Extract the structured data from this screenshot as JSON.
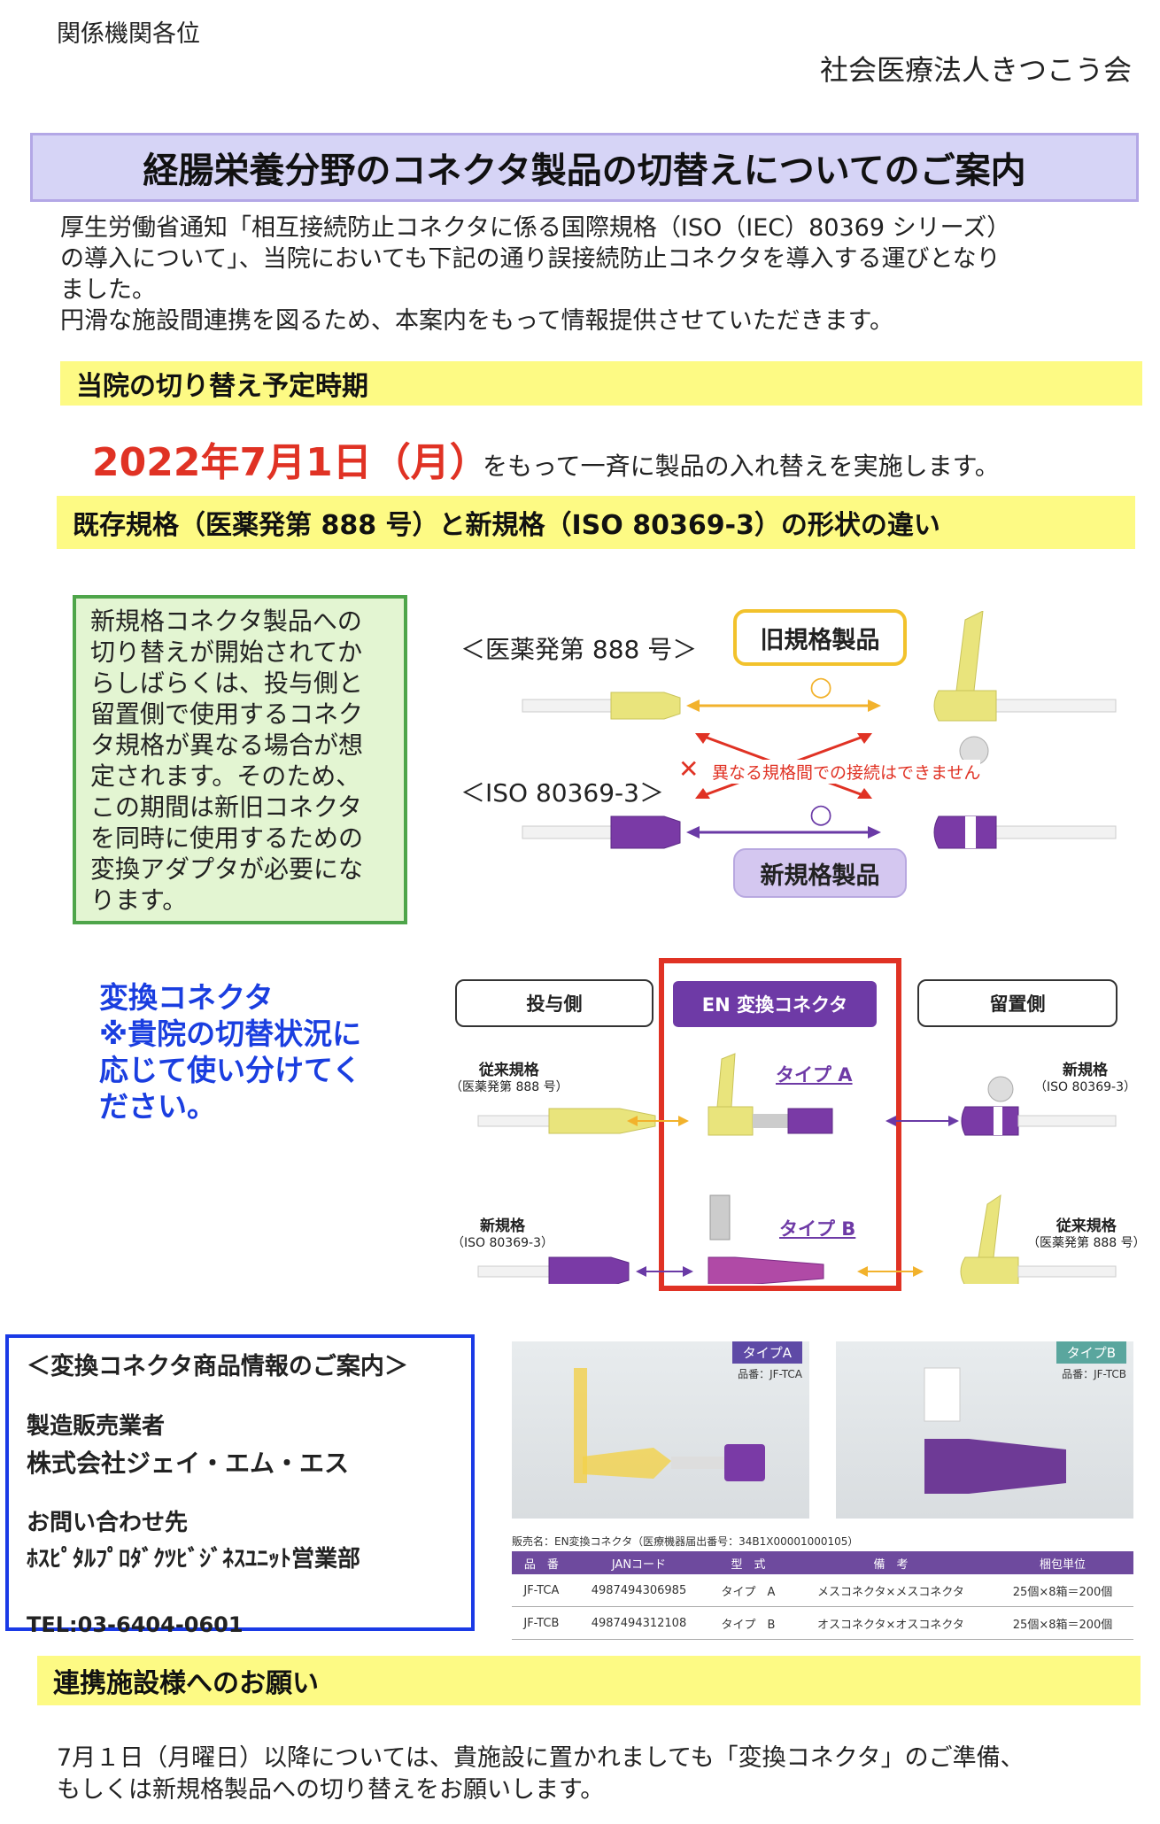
{
  "header": {
    "to": "関係機関各位",
    "from": "社会医療法人きつこう会"
  },
  "title": "経腸栄養分野のコネクタ製品の切替えについてのご案内",
  "intro": {
    "lines": [
      "厚生労働省通知「相互接続防止コネクタに係る国際規格（ISO（IEC）80369 シリーズ）",
      "の導入について」、当院においても下記の通り誤接続防止コネクタを導入する運びとなり",
      "ました。",
      "円滑な施設間連携を図るため、本案内をもって情報提供させていただきます。"
    ]
  },
  "section1": {
    "heading": "当院の切り替え予定時期",
    "date": "2022年7月1日（月）",
    "date_tail": "をもって一斉に製品の入れ替えを実施します。"
  },
  "section2": {
    "heading": "既存規格（医薬発第 888 号）と新規格（ISO 80369-3）の形状の違い"
  },
  "greenbox": {
    "lines": [
      "新規格コネクタ製品への",
      "切り替えが開始されてか",
      "らしばらくは、投与側と",
      "留置側で使用するコネク",
      "タ規格が異なる場合が想",
      "定されます。そのため、",
      "この期間は新旧コネクタ",
      "を同時に使用するための",
      "変換アダプタが必要にな",
      "ります。"
    ]
  },
  "diagram1": {
    "old_label": "＜医薬発第 888 号＞",
    "new_label": "＜ISO 80369-3＞",
    "old_pill": "旧規格製品",
    "new_pill": "新規格製品",
    "ok_mark": "○",
    "ng_mark": "✕",
    "ng_text": "異なる規格間での接続はできません"
  },
  "converter_note": {
    "lines": [
      "変換コネクタ",
      "※貴院の切替状況に",
      "応じて使い分けてく",
      "ださい。"
    ]
  },
  "diagram2": {
    "left_header": "投与側",
    "center_header": "EN 変換コネクタ",
    "right_header": "留置側",
    "row1": {
      "left": "従来規格",
      "left_sub": "（医薬発第 888 号）",
      "type": "タイプ A",
      "right": "新規格",
      "right_sub": "（ISO 80369-3）"
    },
    "row2": {
      "left": "新規格",
      "left_sub": "（ISO 80369-3）",
      "type": "タイプ B",
      "right": "従来規格",
      "right_sub": "（医薬発第 888 号）"
    }
  },
  "product_info": {
    "heading": "＜変換コネクタ商品情報のご案内＞",
    "maker_label": "製造販売業者",
    "maker": "株式会社ジェイ・エム・エス",
    "contact_label": "お問い合わせ先",
    "contact": "ﾎｽﾋﾟﾀﾙﾌﾟﾛﾀﾞｸﾂﾋﾞｼﾞﾈｽﾕﾆｯﾄ営業部",
    "tel": "TEL:03-6404-0601"
  },
  "photos": {
    "a_tag": "タイプA",
    "a_code": "品番：JF-TCA",
    "b_tag": "タイプB",
    "b_code": "品番：JF-TCB"
  },
  "spec_table": {
    "caption": "販売名：EN変換コネクタ（医療機器届出番号：34B1X00001000105）",
    "headers": [
      "品　番",
      "JANコード",
      "型　式",
      "備　考",
      "梱包単位"
    ],
    "rows": [
      [
        "JF-TCA",
        "4987494306985",
        "タイプ　A",
        "メスコネクタ×メスコネクタ",
        "25個×8箱＝200個"
      ],
      [
        "JF-TCB",
        "4987494312108",
        "タイプ　B",
        "オスコネクタ×オスコネクタ",
        "25個×8箱＝200個"
      ]
    ]
  },
  "section3": {
    "heading": "連携施設様へのお願い"
  },
  "closing": {
    "lines": [
      "7月１日（月曜日）以降については、貴施設に置かれましても「変換コネクタ」のご準備、",
      "もしくは新規格製品への切り替えをお願いします。"
    ]
  },
  "colors": {
    "yellow": "#fdfa84",
    "lavender": "#d6d4f6",
    "purple": "#6e3aa6",
    "connector_yellow": "#e6e27a",
    "red": "#e03224",
    "blue": "#1a3ee0",
    "green": "#4ea54a"
  }
}
